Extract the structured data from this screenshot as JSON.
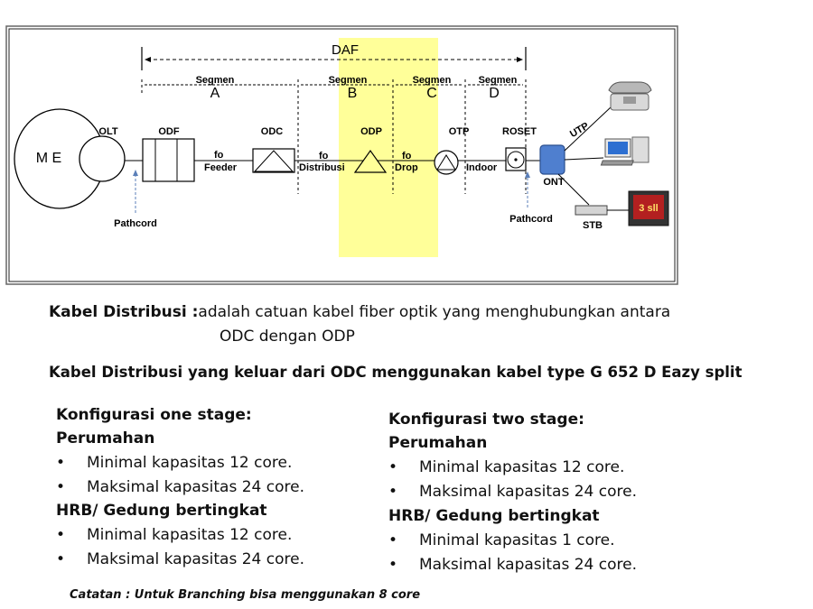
{
  "diagram": {
    "daf": "DAF",
    "segments": [
      {
        "label": "Segmen",
        "letter": "A"
      },
      {
        "label": "Segmen",
        "letter": "B"
      },
      {
        "label": "Segmen",
        "letter": "C"
      },
      {
        "label": "Segmen",
        "letter": "D"
      }
    ],
    "me": "M E",
    "nodes": {
      "olt": "OLT",
      "odf": "ODF",
      "odc": "ODC",
      "odp": "ODP",
      "otp": "OTP",
      "roset": "ROSET",
      "ont": "ONT",
      "utp": "UTP",
      "stb": "STB"
    },
    "cables": {
      "fo1": "fo",
      "feeder": "Feeder",
      "fo2": "fo",
      "distribusi": "Distribusi",
      "fo3": "fo",
      "drop": "Drop",
      "indoor": "Indoor"
    },
    "pathcord_left": "Pathcord",
    "pathcord_right": "Pathcord",
    "tv_screen": "3 sll"
  },
  "text": {
    "def_title": "Kabel Distribusi :",
    "def_body1": "adalah catuan kabel fiber optik yang menghubungkan antara",
    "def_body2": "ODC dengan ODP",
    "statement": "Kabel Distribusi yang keluar dari ODC menggunakan kabel type G 652 D Eazy split"
  },
  "left_col": {
    "title": "Konfigurasi one stage:",
    "sub1": "Perumahan",
    "b1": "Minimal kapasitas 12 core.",
    "b2": "Maksimal kapasitas 24 core.",
    "sub2": "HRB/ Gedung bertingkat",
    "b3": "Minimal kapasitas 12 core.",
    "b4": "Maksimal kapasitas 24 core."
  },
  "right_col": {
    "title": "Konfigurasi two stage:",
    "sub1": "Perumahan",
    "b1": "Minimal kapasitas 12 core.",
    "b2": "Maksimal kapasitas 24 core.",
    "sub2": "HRB/ Gedung bertingkat",
    "b3": "Minimal kapasitas 1 core.",
    "b4": "Maksimal kapasitas 24 core."
  },
  "bullet_char": "•",
  "note": "Catatan : Untuk Branching bisa menggunakan 8 core",
  "colors": {
    "highlight": "#ffff99",
    "ont": "#4f7fcf",
    "frame": "#555555"
  }
}
